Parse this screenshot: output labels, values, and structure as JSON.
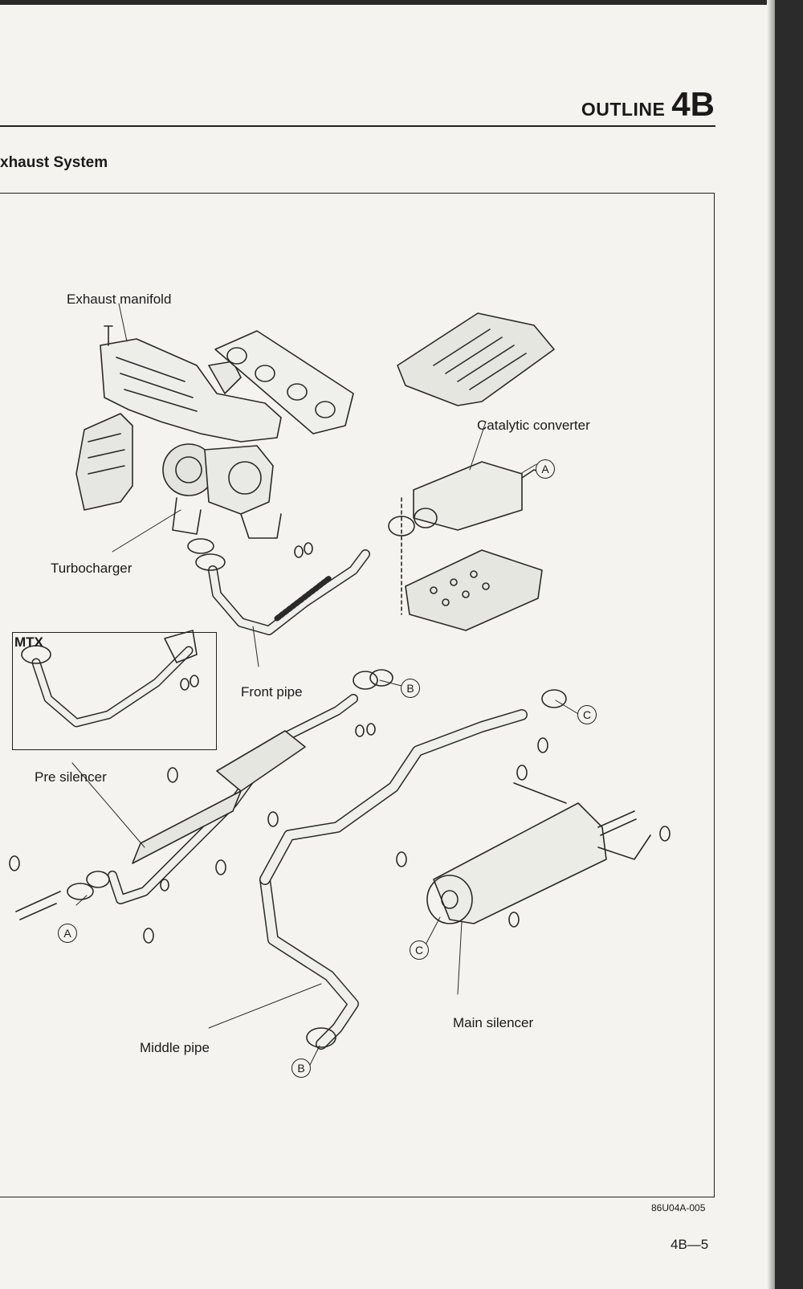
{
  "header": {
    "section_word": "OUTLINE",
    "section_code": "4B"
  },
  "section_title": "xhaust System",
  "labels": {
    "exhaust_manifold": "Exhaust manifold",
    "catalytic_converter": "Catalytic converter",
    "turbocharger": "Turbocharger",
    "mtx": "MTX",
    "front_pipe": "Front pipe",
    "pre_silencer": "Pre silencer",
    "main_silencer": "Main silencer",
    "middle_pipe": "Middle pipe"
  },
  "callouts": {
    "a": "A",
    "b": "B",
    "c": "C"
  },
  "footer": {
    "figure_code": "86U04A-005",
    "page_number": "4B—5"
  }
}
